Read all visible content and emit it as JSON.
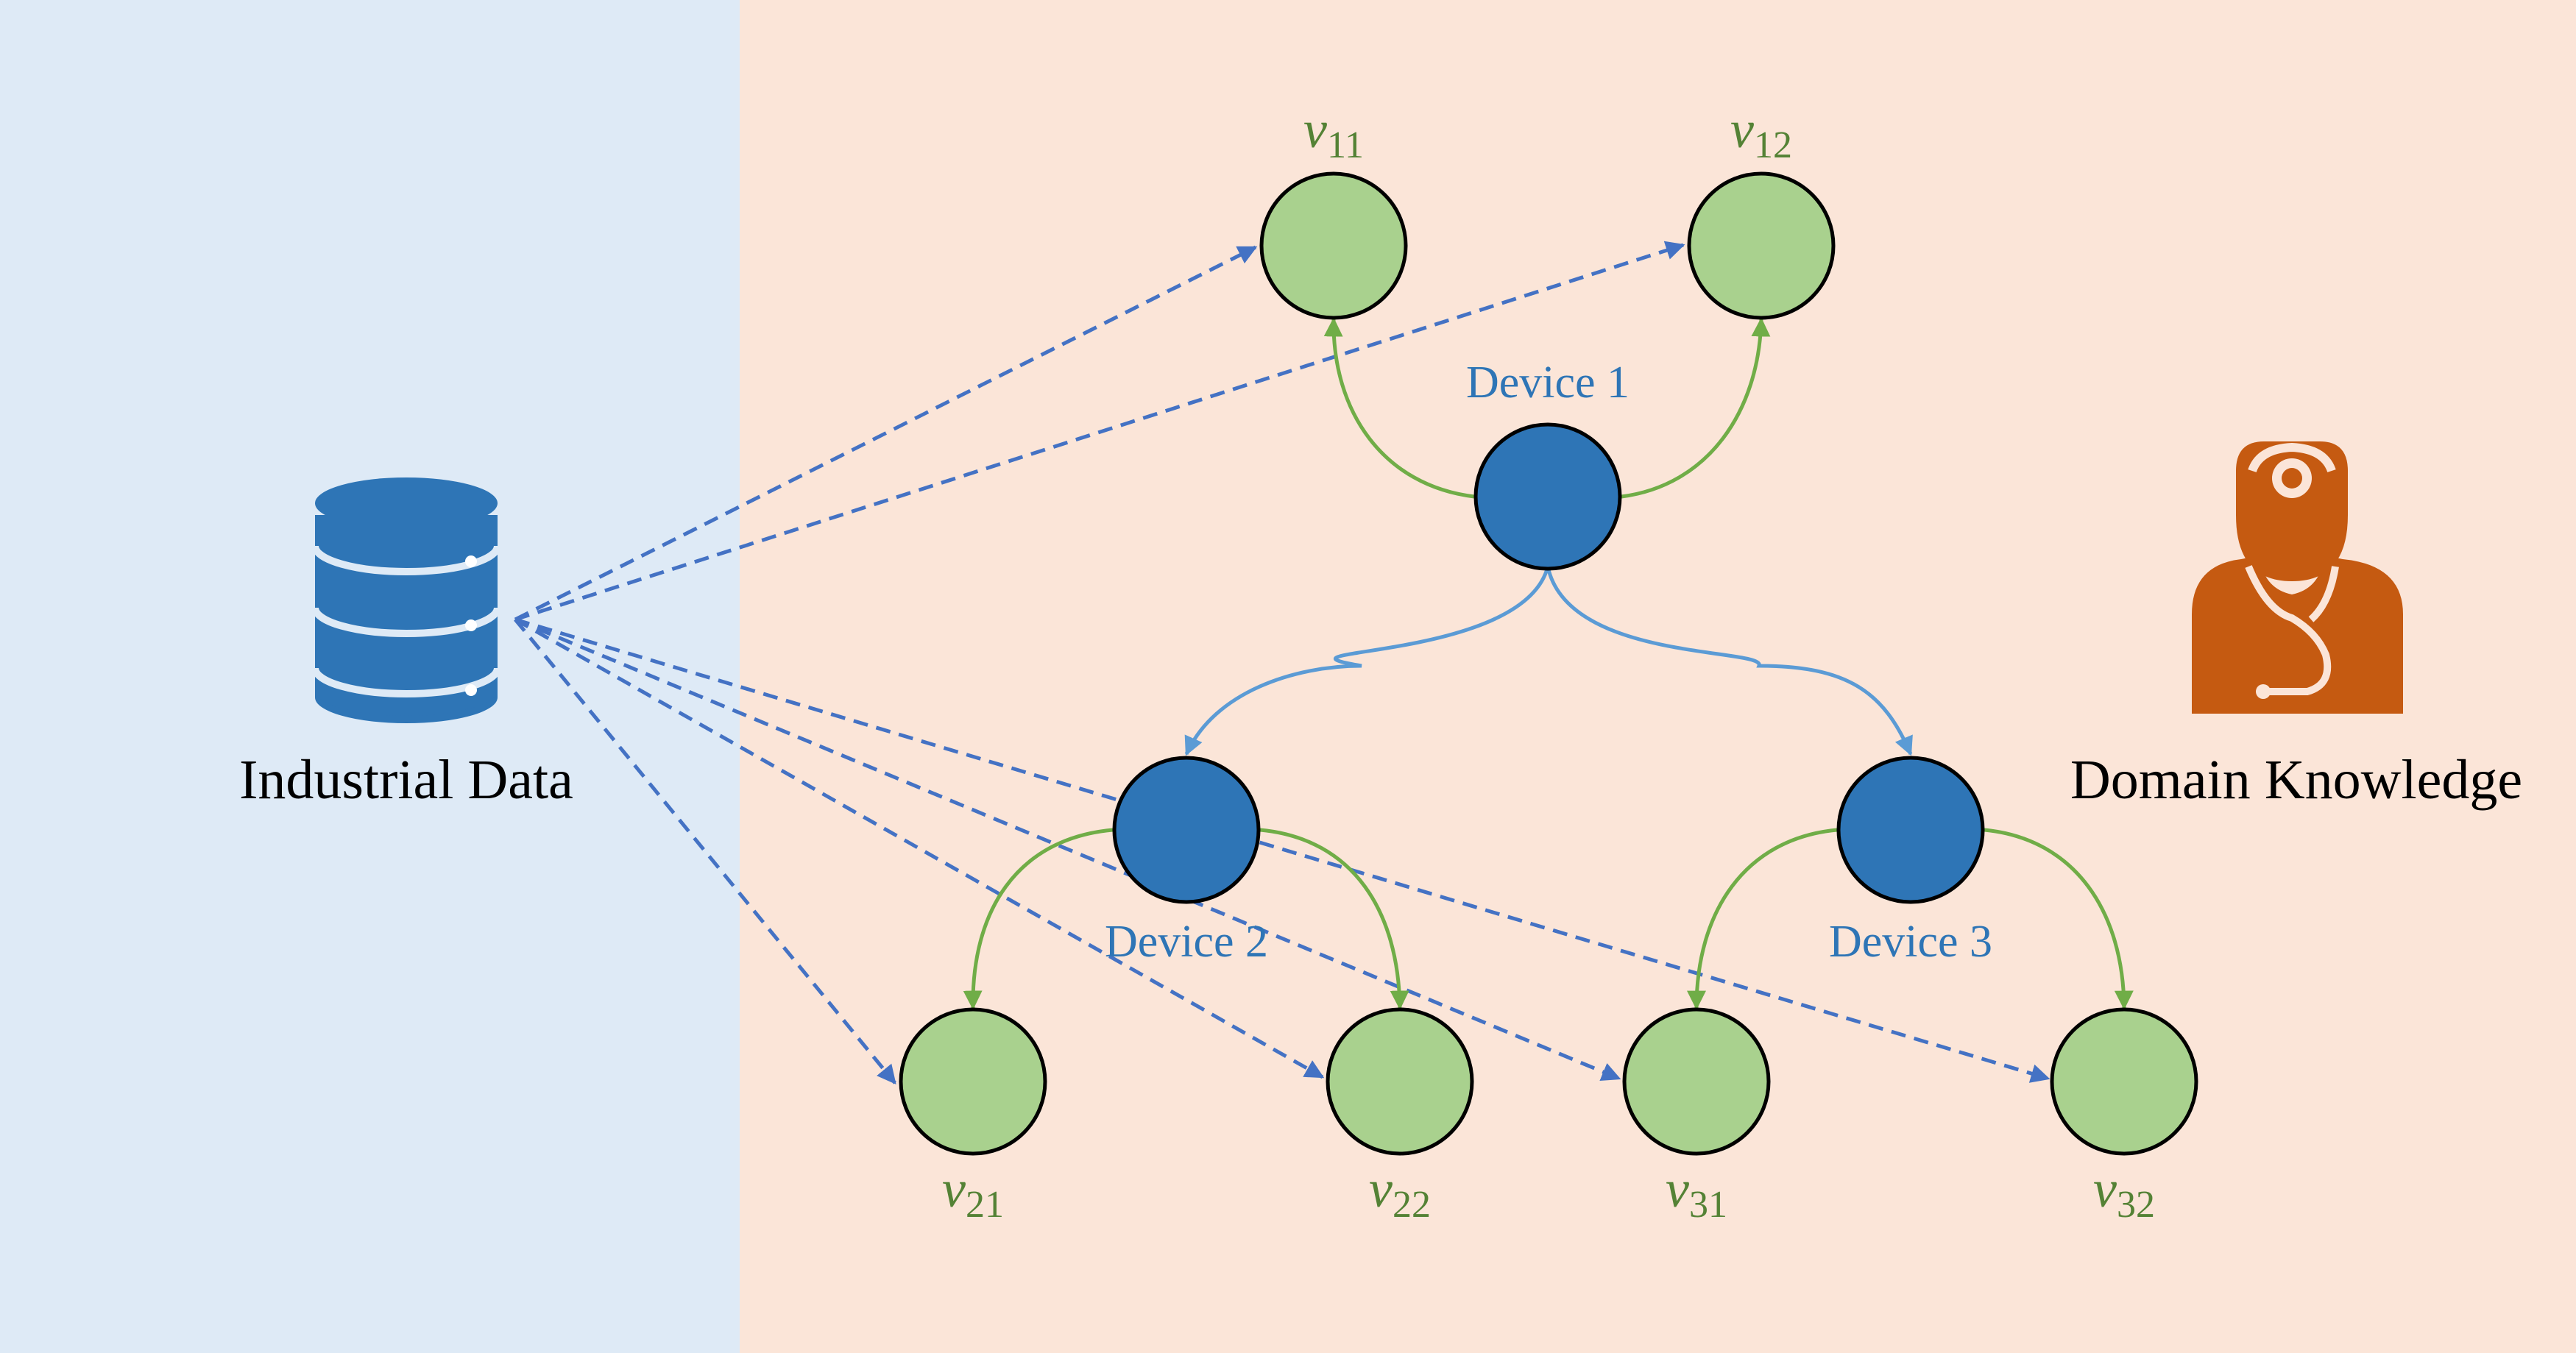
{
  "left_label": "Industrial Data",
  "right_label": "Domain Knowledge",
  "devices": [
    {
      "id": "d1",
      "label": "Device 1"
    },
    {
      "id": "d2",
      "label": "Device 2"
    },
    {
      "id": "d3",
      "label": "Device 3"
    }
  ],
  "variables": [
    {
      "id": "v11",
      "base": "v",
      "sub": "11"
    },
    {
      "id": "v12",
      "base": "v",
      "sub": "12"
    },
    {
      "id": "v21",
      "base": "v",
      "sub": "21"
    },
    {
      "id": "v22",
      "base": "v",
      "sub": "22"
    },
    {
      "id": "v31",
      "base": "v",
      "sub": "31"
    },
    {
      "id": "v32",
      "base": "v",
      "sub": "32"
    }
  ],
  "icons": {
    "data": "database-icon",
    "knowledge": "doctor-expert-icon"
  },
  "colors": {
    "left_panel": "#deeaf6",
    "right_panel": "#fbe5d8",
    "device_node": "#2e75b6",
    "variable_node": "#a9d18e",
    "green_edge": "#70ad47",
    "blue_edge": "#5b9bd5",
    "data_edge": "#4472c4",
    "database": "#2e75b6",
    "expert": "#c55a11"
  }
}
